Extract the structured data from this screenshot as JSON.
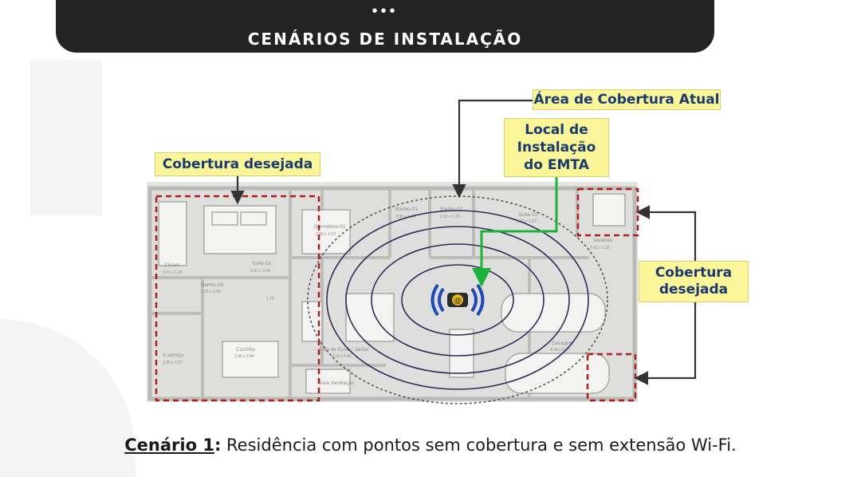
{
  "header": {
    "dots": "•••",
    "title": "CENÁRIOS DE INSTALAÇÃO"
  },
  "labels": {
    "area_cobertura_atual": "Área de Cobertura Atual",
    "local_instalacao_line1": "Local de",
    "local_instalacao_line2": "Instalação",
    "local_instalacao_line3": "do EMTA",
    "cobertura_desejada_left": "Cobertura desejada",
    "cobertura_desejada_right_line1": "Cobertura",
    "cobertura_desejada_right_line2": "desejada"
  },
  "rooms": {
    "closet": "Closet",
    "closet_dim": "3.43 x 1.24",
    "suite01": "Suíte-01",
    "suite01_dim": "3.43 x 2.04",
    "banho03": "Banho-03",
    "banho03_dim": "1.25 x 2.40",
    "dim_178": "1.78",
    "aservico": "A.serviço",
    "aservico_dim": "3.35 x 1.37",
    "cozinha": "Cozinha",
    "cozinha_dim": "3.35 x 2.84",
    "dormitorio": "Dormitório-01",
    "dormitorio_dim": "2.90 x 3.10",
    "banho01": "Banho-01",
    "banho01_dim": "2.90 x 1.29",
    "banho02": "Banho-02",
    "banho02_dim": "2.30 x 1.29",
    "suite02": "Suíte-02",
    "suite02_dim": "3.43 x 3.37",
    "varanda": "Varanda",
    "varanda_dim": "3.43 x 1.30",
    "sala": "Sala de Estar / Jantar",
    "sala_dim": "3.16 x 4.86",
    "garagem": "Garagem",
    "garagem_dim": "4.45 x 6.37",
    "ventilacao": "Área Ventilação"
  },
  "caption": {
    "lead": "Cenário 1",
    "colon": ":",
    "text": " Residência com pontos sem cobertura e sem extensão Wi-Fi."
  },
  "colors": {
    "header_bg": "#232323",
    "label_bg": "#fbf59a",
    "label_text": "#1a3a6e",
    "dashed_red": "#b01c1c",
    "green_arrow": "#1db33a",
    "rings": "#2c2c5a",
    "signal_blue": "#1f47b8"
  },
  "icons": {
    "router": "emta-router-icon"
  }
}
